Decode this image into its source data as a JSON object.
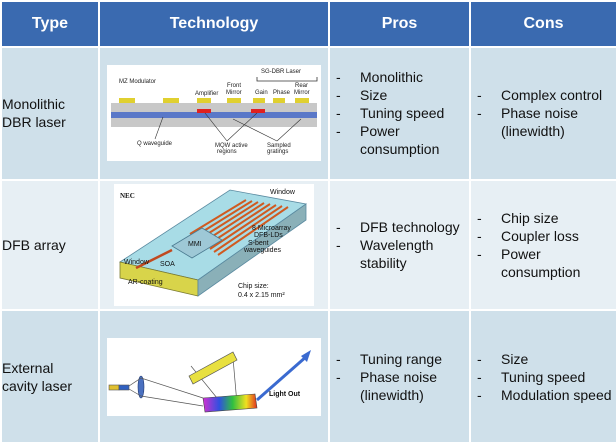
{
  "header": {
    "type": "Type",
    "technology": "Technology",
    "pros": "Pros",
    "cons": "Cons"
  },
  "rows": [
    {
      "type_lines": [
        "Monolithic",
        "DBR laser"
      ],
      "pros": [
        "Monolithic",
        "Size",
        "Tuning speed",
        "Power consumption"
      ],
      "cons": [
        "Complex control",
        "Phase noise (linewidth)"
      ],
      "figure": {
        "labels": {
          "mz": "MZ Modulator",
          "amp": "Amplifier",
          "sgdbr": "SG-DBR Laser",
          "front1": "Front",
          "front2": "Mirror",
          "gain": "Gain",
          "phase": "Phase",
          "rear1": "Rear",
          "rear2": "Mirror",
          "qwg": "Q waveguide",
          "mqw1": "MQW active",
          "mqw2": "regions",
          "samp1": "Sampled",
          "samp2": "gratings"
        }
      }
    },
    {
      "type_lines": [
        "DFB array"
      ],
      "pros": [
        "DFB technology",
        "Wavelength stability"
      ],
      "cons": [
        "Chip size",
        "Coupler loss",
        "Power consumption"
      ],
      "figure": {
        "labels": {
          "nec": "NEC",
          "window_top": "Window",
          "micro1": "8 Microarray",
          "micro2": "DFB-LDs",
          "sbent1": "S-bent",
          "sbent2": "waveguides",
          "mmi": "MMI",
          "window_left": "Window",
          "soa": "SOA",
          "ar": "AR-coating",
          "chip1": "Chip size:",
          "chip2": "0.4 x 2.15 mm²"
        }
      }
    },
    {
      "type_lines": [
        "External",
        "cavity laser"
      ],
      "pros": [
        "Tuning range",
        "Phase noise (linewidth)"
      ],
      "cons": [
        "Size",
        "Tuning speed",
        "Modulation speed"
      ],
      "figure": {
        "labels": {
          "out": "Light Out"
        }
      }
    }
  ]
}
